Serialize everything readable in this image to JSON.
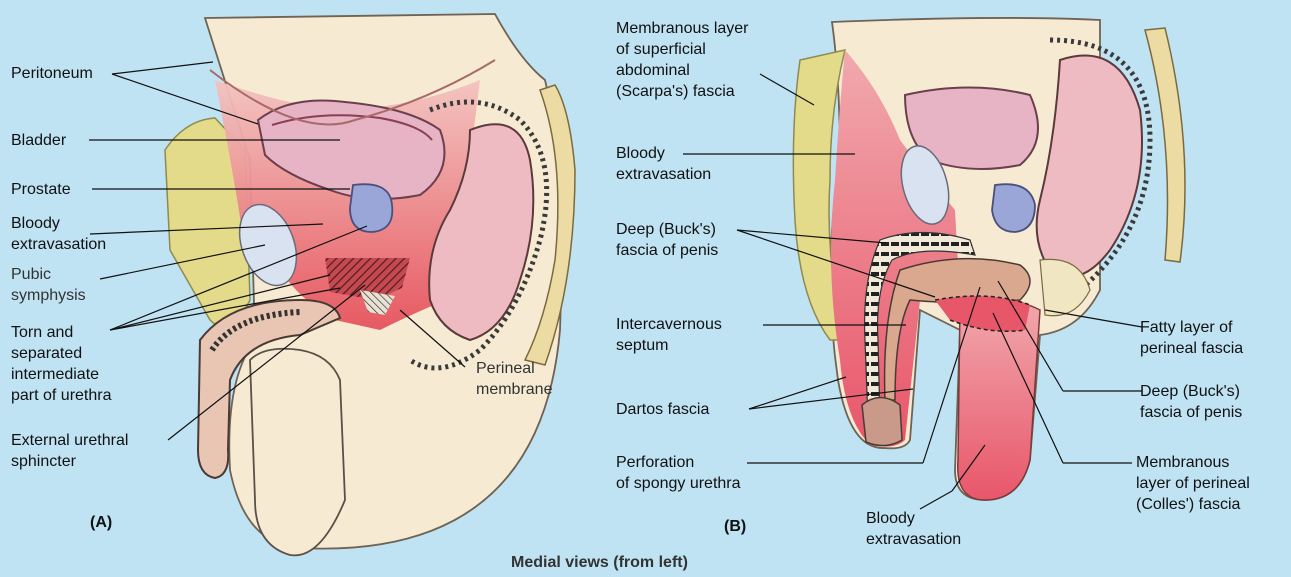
{
  "panel_a": {
    "tag": "(A)",
    "labels": {
      "peritoneum": "Peritoneum",
      "bladder": "Bladder",
      "prostate": "Prostate",
      "bloody_extravasation": [
        "Bloody",
        "extravasation"
      ],
      "pubic_symphysis": [
        "Pubic",
        "symphysis"
      ],
      "torn_urethra": [
        "Torn and",
        "separated",
        "intermediate",
        "part of urethra"
      ],
      "external_sphincter": [
        "External urethral",
        "sphincter"
      ],
      "perineal_membrane": [
        "Perineal",
        "membrane"
      ]
    }
  },
  "panel_b": {
    "tag": "(B)",
    "labels": {
      "membranous_scarpa": [
        "Membranous layer",
        "of superficial",
        "abdominal",
        "(Scarpa's) fascia"
      ],
      "bloody_extravasation_top": [
        "Bloody",
        "extravasation"
      ],
      "deep_bucks_left": [
        "Deep (Buck's)",
        "fascia of penis"
      ],
      "intercavernous_septum": [
        "Intercavernous",
        "septum"
      ],
      "dartos_fascia": "Dartos fascia",
      "perforation": [
        "Perforation",
        "of spongy urethra"
      ],
      "bloody_extravasation_bottom": [
        "Bloody",
        "extravasation"
      ],
      "fatty_layer": [
        "Fatty layer of",
        "perineal fascia"
      ],
      "deep_bucks_right": [
        "Deep (Buck's)",
        "fascia of penis"
      ],
      "membranous_colles": [
        "Membranous",
        "layer of perineal",
        "(Colles') fascia"
      ]
    }
  },
  "caption": "Medial views (from left)",
  "colors": {
    "background": "#bfe3f3",
    "blood": "#e8646e",
    "skin": "#f6ead2",
    "fat": "#e2dc8e",
    "prostate": "#9aa6d8",
    "bladder": "#e6b4c4"
  }
}
